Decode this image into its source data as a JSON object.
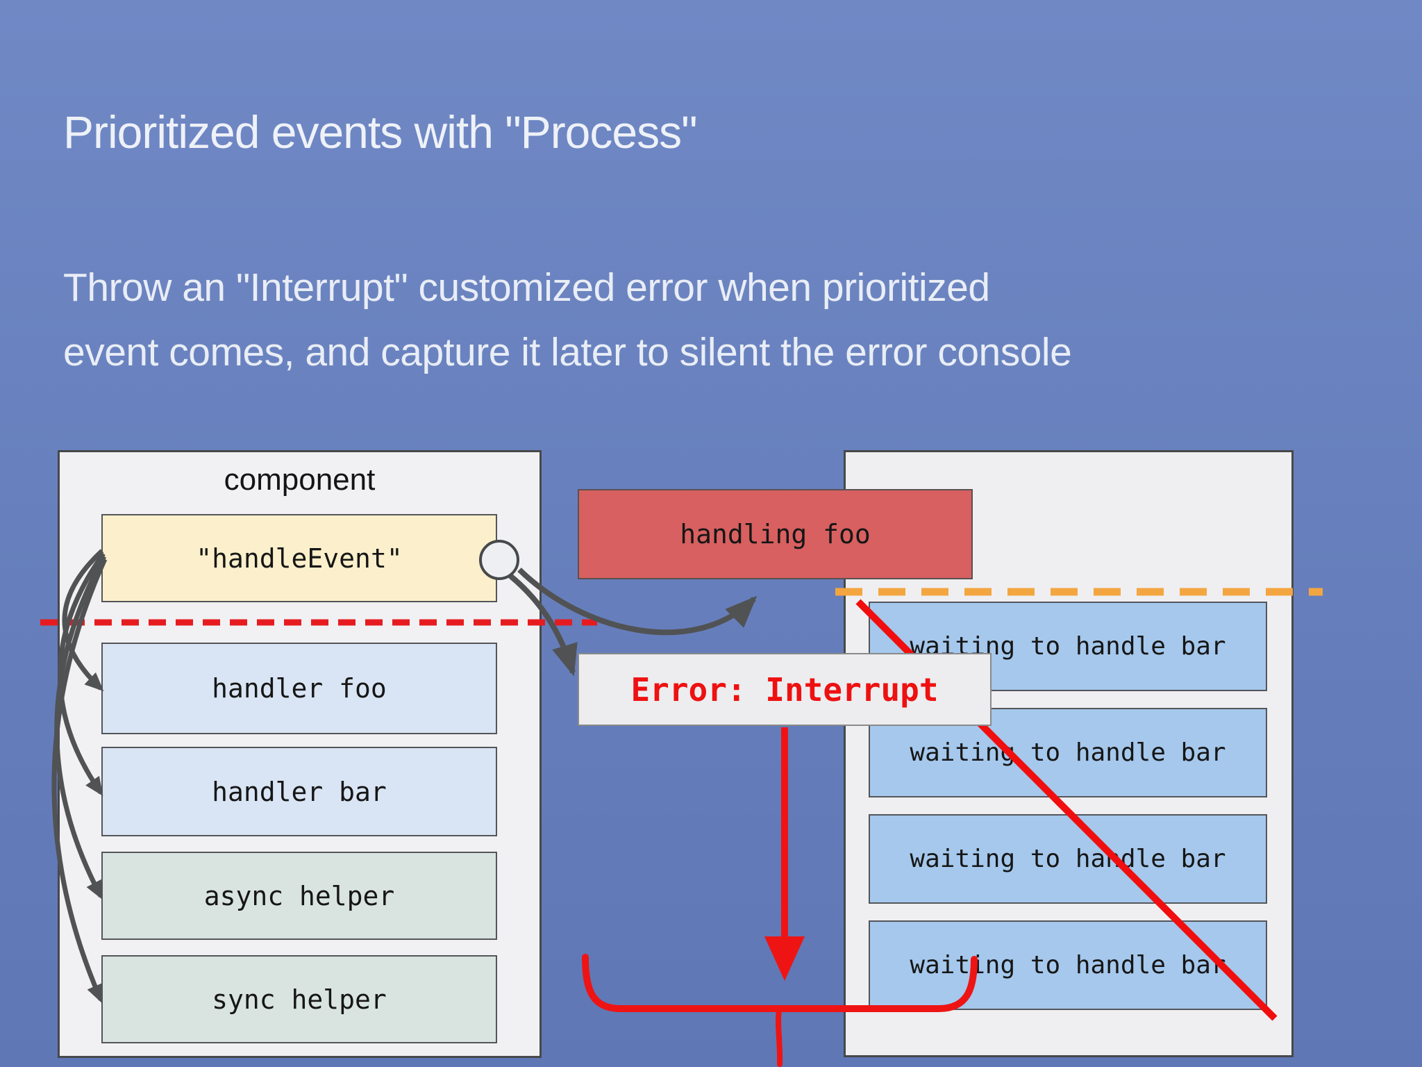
{
  "slide": {
    "title": "Prioritized events with \"Process\"",
    "subtitle": [
      "Throw an \"Interrupt\" customized error when prioritized",
      "event comes, and capture it later to silent the error console"
    ]
  },
  "diagram": {
    "component_panel": {
      "title": "component",
      "boxes": [
        {
          "label": "\"handleEvent\"",
          "kind": "event"
        },
        {
          "label": "handler foo",
          "kind": "handler"
        },
        {
          "label": "handler bar",
          "kind": "handler"
        },
        {
          "label": "async helper",
          "kind": "helper"
        },
        {
          "label": "sync helper",
          "kind": "helper"
        }
      ]
    },
    "handling_box": {
      "label": "handling foo"
    },
    "error_box": {
      "label": "Error: Interrupt"
    },
    "queue_panel": {
      "items": [
        "waiting to handle bar",
        "waiting to handle bar",
        "waiting to handle bar",
        "waiting to handle bar"
      ]
    },
    "icons": [
      "event-connector-circle-icon",
      "dispatch-arrow-icon",
      "throw-arrow-icon",
      "loop-arc-icons",
      "interrupt-drop-arrow-icon",
      "cancelled-strike-icon",
      "priority-boundary-dashes",
      "under-brace-icon"
    ],
    "colors": {
      "background_top": "#7089c5",
      "background_bottom": "#5f77b5",
      "panel_fill": "#f1f1f3",
      "event_box_fill": "#fbf0cb",
      "handler_box_fill": "#d9e5f4",
      "helper_box_fill": "#d9e4e0",
      "queue_box_fill": "#a5c8ec",
      "handling_box_fill": "#d86060",
      "error_text": "#ee1111",
      "red_accent": "#ee1414",
      "red_dash": "#e61b20",
      "orange_dash": "#f3a640",
      "arrow_gray": "#515254"
    }
  }
}
